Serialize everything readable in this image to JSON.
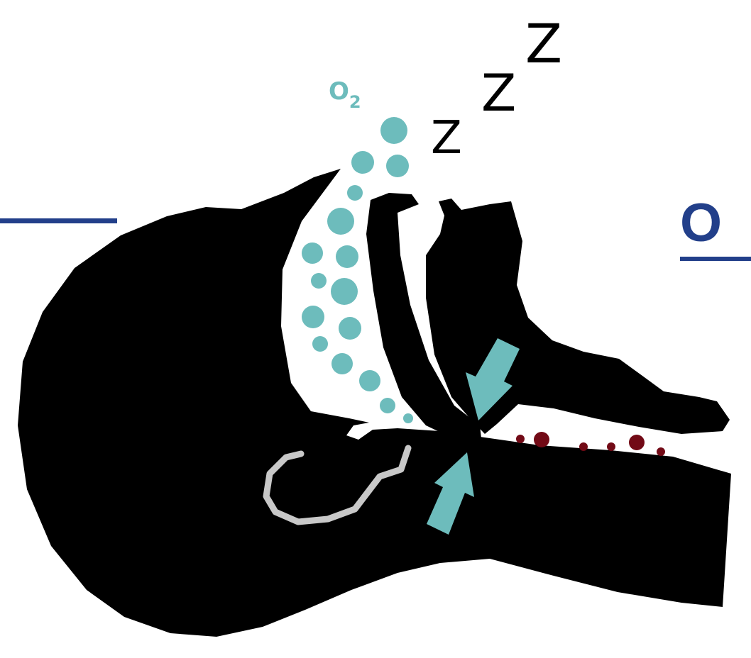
{
  "labels": {
    "oxygen": "O",
    "oxygen_subscript": "2",
    "snore": [
      "Z",
      "Z",
      "Z"
    ],
    "heading_fragment": "O"
  },
  "colors": {
    "silhouette": "#000000",
    "oxygen": "#6dbcbc",
    "blocked_air": "#720a16",
    "arrow": "#6dbcbc",
    "ear": "#c8c8c8",
    "accent_line": "#223f8a",
    "heading": "#223f8a"
  },
  "icons": [
    "head-silhouette-icon",
    "ear-icon",
    "airway-arrow-icon",
    "oxygen-bubble-icon",
    "blocked-air-dot-icon"
  ]
}
